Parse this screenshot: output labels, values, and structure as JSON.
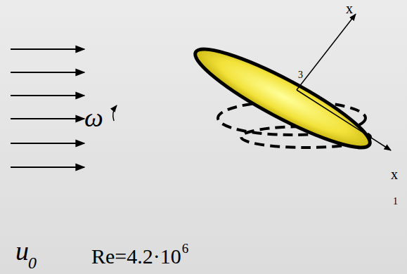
{
  "diagram": {
    "labels": [
      "x",
      "3",
      "x",
      "1",
      "ω",
      "u",
      "0",
      "Re=4.2·10",
      "6"
    ]
  }
}
